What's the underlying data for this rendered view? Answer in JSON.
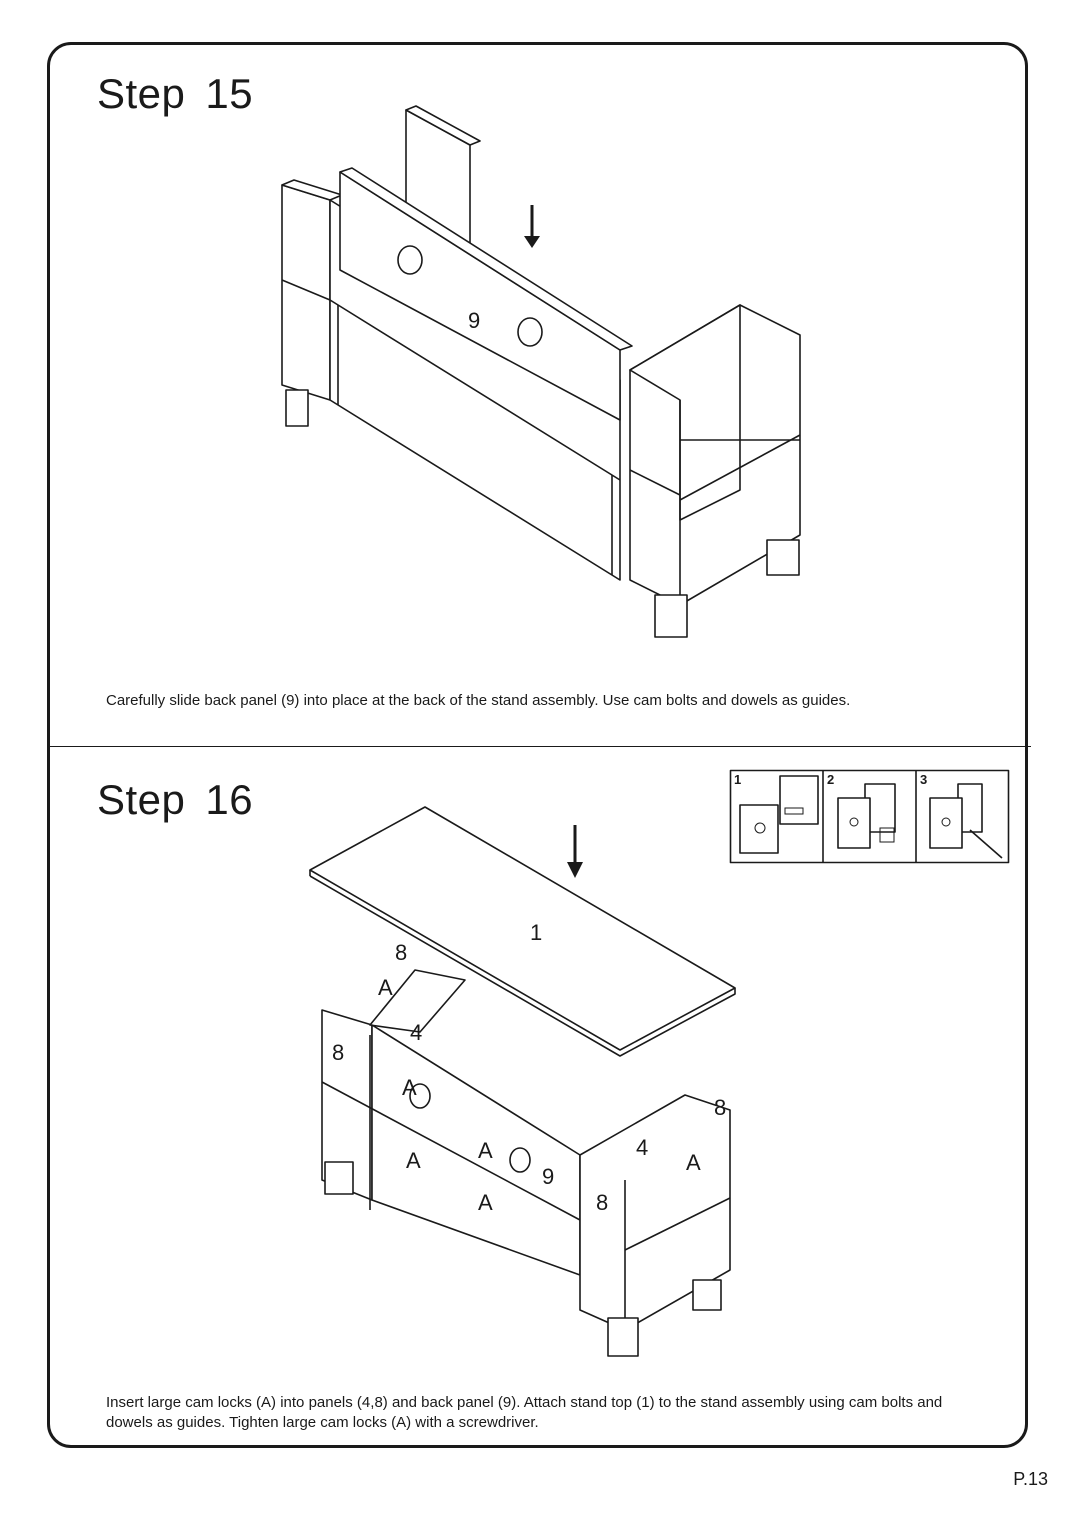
{
  "step15": {
    "word": "Step",
    "number": "15",
    "panel_callout": "9",
    "instructions": "Carefully slide back panel (9) into place at the back of the stand assembly. Use cam bolts and dowels as guides."
  },
  "step16": {
    "word": "Step",
    "number": "16",
    "callouts": {
      "top": "1",
      "left_panel_top": "8",
      "left_panel_side": "8",
      "cam_a1": "A",
      "cam_a2": "A",
      "cam_a3": "A",
      "cam_a4": "A",
      "cam_a5": "A",
      "cam_a6": "A",
      "inner_panel_left": "4",
      "inner_panel_right": "4",
      "back_panel": "9",
      "right_panel_top": "8",
      "right_panel_front": "8"
    },
    "inset_steps": [
      "1",
      "2",
      "3"
    ],
    "instructions": "Insert large cam locks (A) into panels (4,8) and back panel (9). Attach stand top (1) to the stand assembly using cam bolts and dowels as guides. Tighten large cam locks (A) with a screwdriver."
  },
  "footer": {
    "page_number": "P.13"
  }
}
